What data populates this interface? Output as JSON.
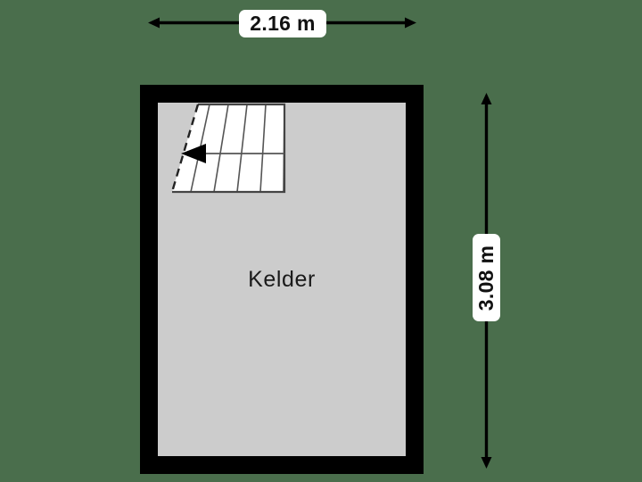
{
  "plan": {
    "background_color": "#4a6e4c",
    "wall_color": "#000000",
    "floor_color": "#cccccc",
    "stairs_fill": "#ffffff",
    "line_color": "#555555",
    "room": {
      "name": "Kelder",
      "label_id": "room-label-kelder"
    },
    "dimensions": {
      "width": {
        "value": "2.16 m",
        "orientation": "horizontal",
        "arrow": "double-headed"
      },
      "height": {
        "value": "3.08 m",
        "orientation": "vertical",
        "arrow": "double-headed"
      }
    },
    "stairs": {
      "name": "staircase",
      "step_count": 6,
      "direction_arrow": "left",
      "edge_style_left": "dashed"
    }
  }
}
